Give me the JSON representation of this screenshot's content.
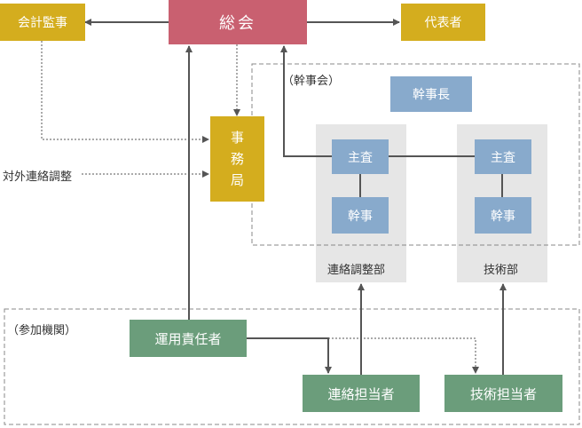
{
  "nodes": {
    "kaikei_kansa": "会計監事",
    "soukai": "総会",
    "daihyousha": "代表者",
    "jimukyoku": [
      "事",
      "務",
      "局"
    ],
    "kanjichou": "幹事長",
    "renraku_shusa": "主査",
    "renraku_kanji": "幹事",
    "gijutsu_shusa": "主査",
    "gijutsu_kanji": "幹事",
    "unyou_sekininsha": "運用責任者",
    "renraku_tantousha": "連絡担当者",
    "gijutsu_tantousha": "技術担当者"
  },
  "labels": {
    "kanjikai": "（幹事会）",
    "taigai_renraku": "対外連絡調整",
    "renraku_bu": "連絡調整部",
    "gijutsu_bu": "技術部",
    "sanka_kikan": "（参加機関）"
  },
  "colors": {
    "yellow": "#d4ad1e",
    "red": "#c96070",
    "blue": "#88aacc",
    "green": "#6b9d7b",
    "group_bg": "#e6e6e6",
    "line": "#555555"
  }
}
